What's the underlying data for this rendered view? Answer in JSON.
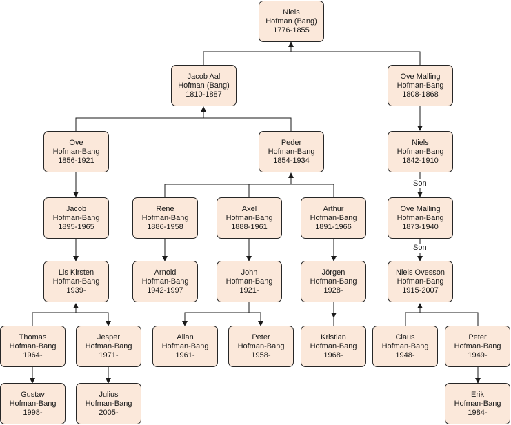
{
  "colors": {
    "node_fill": "#fbe8da",
    "node_border": "#262626",
    "edge": "#1a1a1a"
  },
  "nodes": {
    "niels_1776": {
      "lines": [
        "Niels",
        "Hofman (Bang)",
        "1776-1855"
      ]
    },
    "jacob_aal": {
      "lines": [
        "Jacob Aal",
        "Hofman (Bang)",
        "1810-1887"
      ]
    },
    "ove_malling_1808": {
      "lines": [
        "Ove Malling",
        "Hofman-Bang",
        "1808-1868"
      ]
    },
    "ove_1856": {
      "lines": [
        "Ove",
        "Hofman-Bang",
        "1856-1921"
      ]
    },
    "peder": {
      "lines": [
        "Peder",
        "Hofman-Bang",
        "1854-1934"
      ]
    },
    "niels_1842": {
      "lines": [
        "Niels",
        "Hofman-Bang",
        "1842-1910"
      ]
    },
    "jacob_1895": {
      "lines": [
        "Jacob",
        "Hofman-Bang",
        "1895-1965"
      ]
    },
    "rene": {
      "lines": [
        "Rene",
        "Hofman-Bang",
        "1886-1958"
      ]
    },
    "axel": {
      "lines": [
        "Axel",
        "Hofman-Bang",
        "1888-1961"
      ]
    },
    "arthur": {
      "lines": [
        "Arthur",
        "Hofman-Bang",
        "1891-1966"
      ]
    },
    "ove_malling_1873": {
      "lines": [
        "Ove Malling",
        "Hofman-Bang",
        "1873-1940"
      ]
    },
    "lis_kirsten": {
      "lines": [
        "Lis Kirsten",
        "Hofman-Bang",
        "1939-"
      ]
    },
    "arnold": {
      "lines": [
        "Arnold",
        "Hofman-Bang",
        "1942-1997"
      ]
    },
    "john": {
      "lines": [
        "John",
        "Hofman-Bang",
        "1921-"
      ]
    },
    "jorgen": {
      "lines": [
        "Jörgen",
        "Hofman-Bang",
        "1928-"
      ]
    },
    "niels_ovesson": {
      "lines": [
        "Niels Ovesson",
        "Hofman-Bang",
        "1915-2007"
      ]
    },
    "thomas": {
      "lines": [
        "Thomas",
        "Hofman-Bang",
        "1964-"
      ]
    },
    "jesper": {
      "lines": [
        "Jesper",
        "Hofman-Bang",
        "1971-"
      ]
    },
    "allan": {
      "lines": [
        "Allan",
        "Hofman-Bang",
        "1961-"
      ]
    },
    "peter_1958": {
      "lines": [
        "Peter",
        "Hofman-Bang",
        "1958-"
      ]
    },
    "kristian": {
      "lines": [
        "Kristian",
        "Hofman-Bang",
        "1968-"
      ]
    },
    "claus": {
      "lines": [
        "Claus",
        "Hofman-Bang",
        "1948-"
      ]
    },
    "peter_1949": {
      "lines": [
        "Peter",
        "Hofman-Bang",
        "1949-"
      ]
    },
    "gustav": {
      "lines": [
        "Gustav",
        "Hofman-Bang",
        "1998-"
      ]
    },
    "julius": {
      "lines": [
        "Julius",
        "Hofman-Bang",
        "2005-"
      ]
    },
    "erik": {
      "lines": [
        "Erik",
        "Hofman-Bang",
        "1984-"
      ]
    }
  },
  "edge_labels": {
    "son_1": "Son",
    "son_2": "Son"
  }
}
